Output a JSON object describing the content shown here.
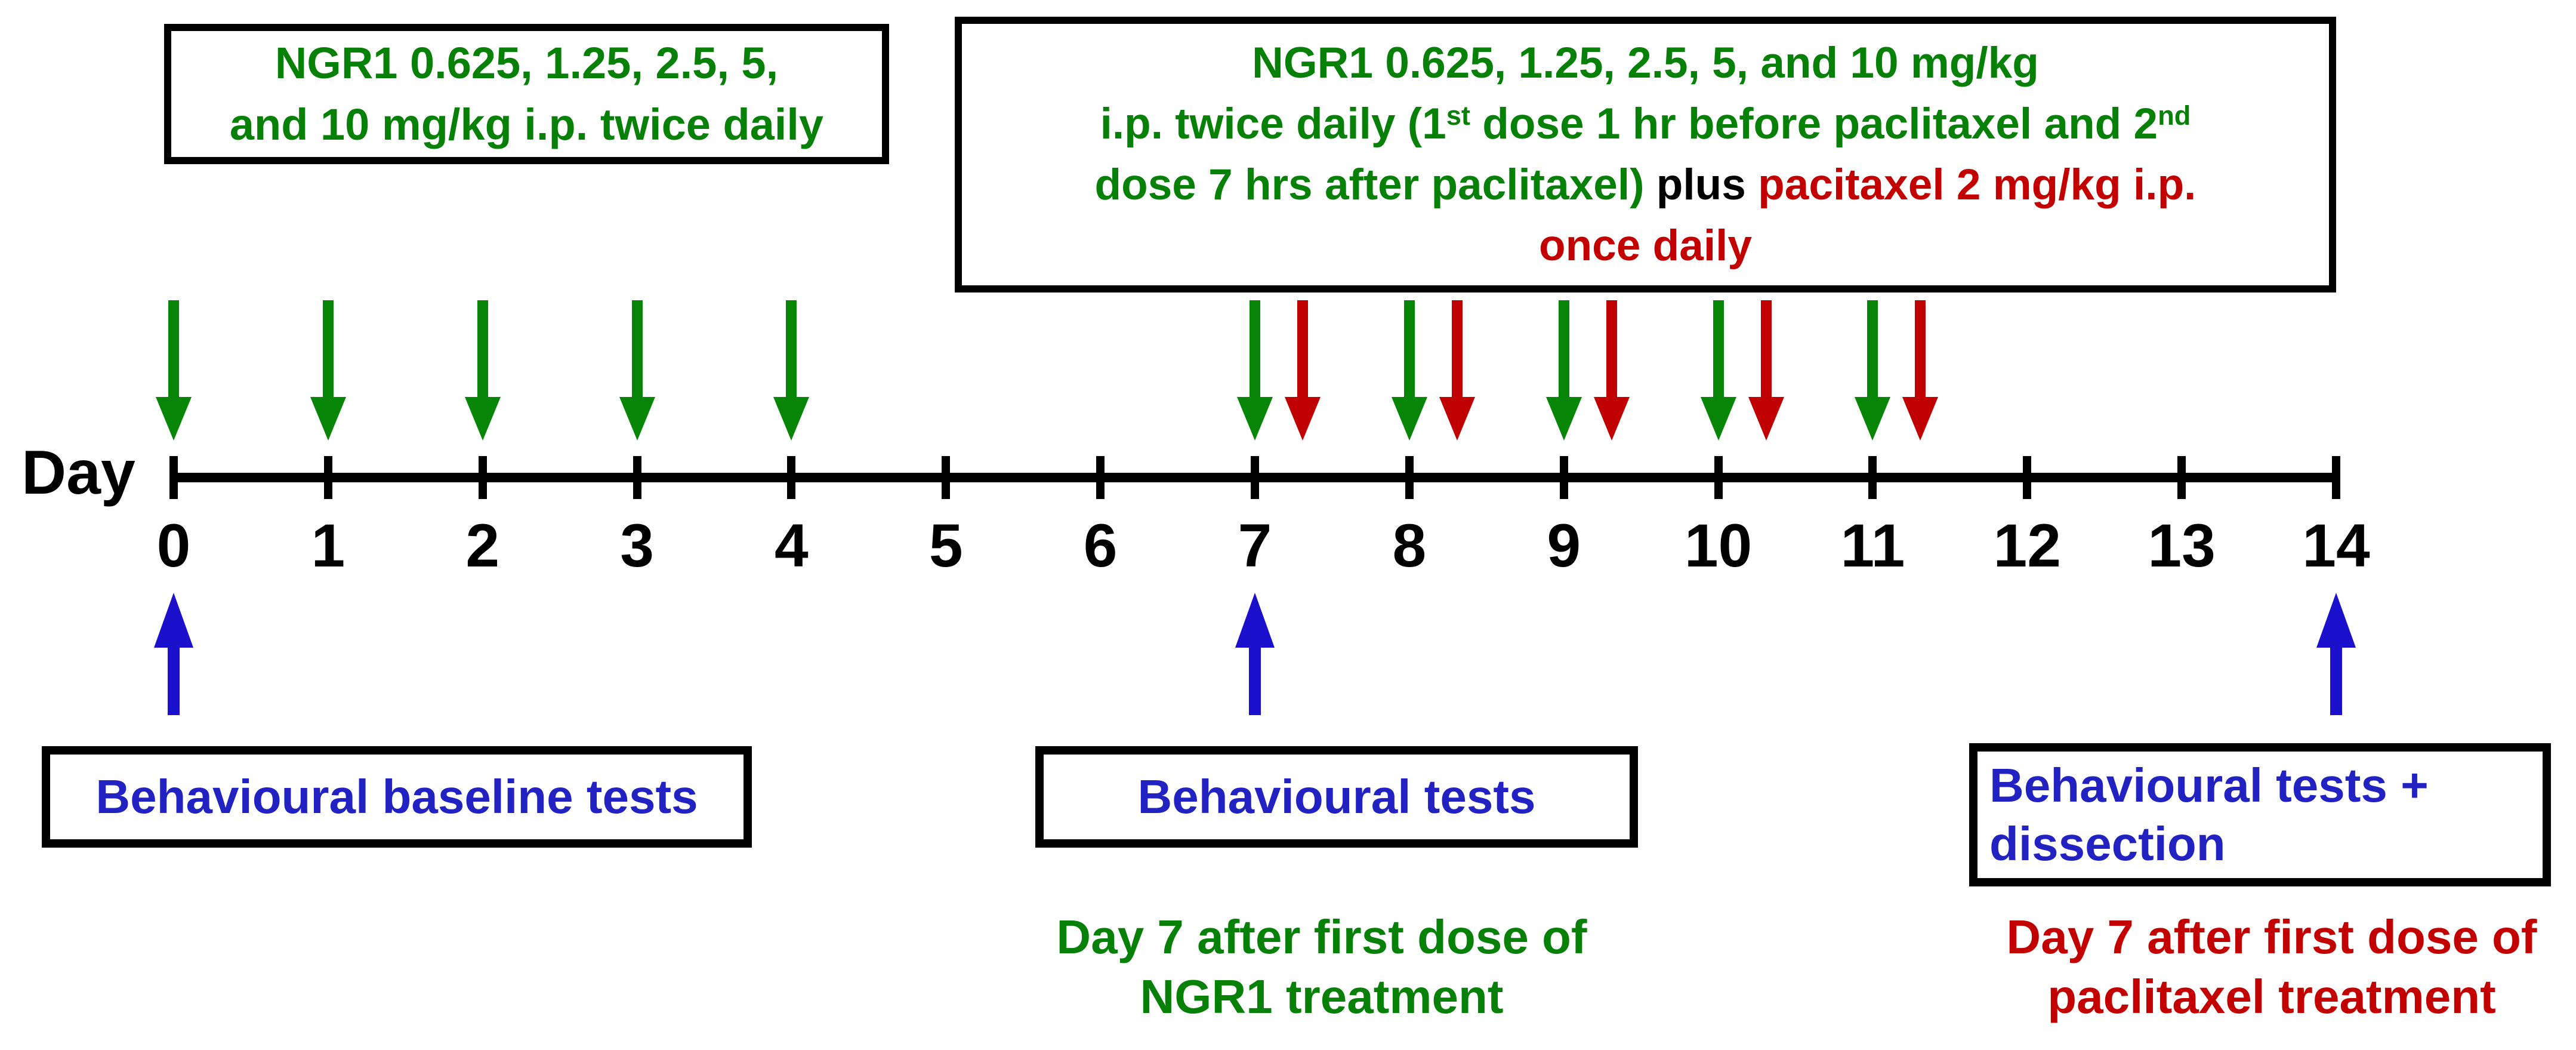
{
  "colors": {
    "green": "#068006",
    "red": "#c30000",
    "blue": "#2222c2",
    "black": "#000000",
    "arrow_green": "#078507",
    "arrow_red": "#c00000",
    "arrow_blue": "#1b10cc"
  },
  "top_left_box": {
    "lines": [
      [
        {
          "t": "NGR1 0.625, 1.25, 2.5, 5,",
          "c": "green"
        }
      ],
      [
        {
          "t": "and 10 mg/kg i.p. twice daily",
          "c": "green"
        }
      ]
    ]
  },
  "top_right_box": {
    "lines": [
      [
        {
          "t": "NGR1 0.625, 1.25, 2.5, 5, and 10 mg/kg",
          "c": "green"
        }
      ],
      [
        {
          "t": "i.p. twice daily (1",
          "c": "green"
        },
        {
          "t": "st",
          "c": "green",
          "sup": true
        },
        {
          "t": " dose 1 hr before paclitaxel and 2",
          "c": "green"
        },
        {
          "t": "nd",
          "c": "green",
          "sup": true
        }
      ],
      [
        {
          "t": "dose 7 hrs after paclitaxel) ",
          "c": "green"
        },
        {
          "t": "plus ",
          "c": "black"
        },
        {
          "t": "pacitaxel 2 mg/kg i.p.",
          "c": "red"
        }
      ],
      [
        {
          "t": "once daily",
          "c": "red"
        }
      ]
    ]
  },
  "timeline": {
    "axis_label": "Day",
    "day_labels": [
      "0",
      "1",
      "2",
      "3",
      "4",
      "5",
      "6",
      "7",
      "8",
      "9",
      "10",
      "11",
      "12",
      "13",
      "14"
    ],
    "ngr1_dose_days": [
      0,
      1,
      2,
      3,
      4,
      7,
      8,
      9,
      10,
      11
    ],
    "paclitaxel_dose_days": [
      7,
      8,
      9,
      10,
      11
    ],
    "behavioural_test_days": [
      0,
      7,
      14
    ]
  },
  "behavioural_boxes": [
    {
      "lines": [
        "Behavioural baseline tests"
      ]
    },
    {
      "lines": [
        "Behavioural tests"
      ]
    },
    {
      "lines": [
        "Behavioural tests +",
        "dissection"
      ]
    }
  ],
  "annotations": [
    {
      "color": "green",
      "lines": [
        "Day 7 after first dose of",
        "NGR1 treatment"
      ]
    },
    {
      "color": "red",
      "lines": [
        "Day 7 after first dose of",
        "paclitaxel treatment"
      ]
    }
  ]
}
